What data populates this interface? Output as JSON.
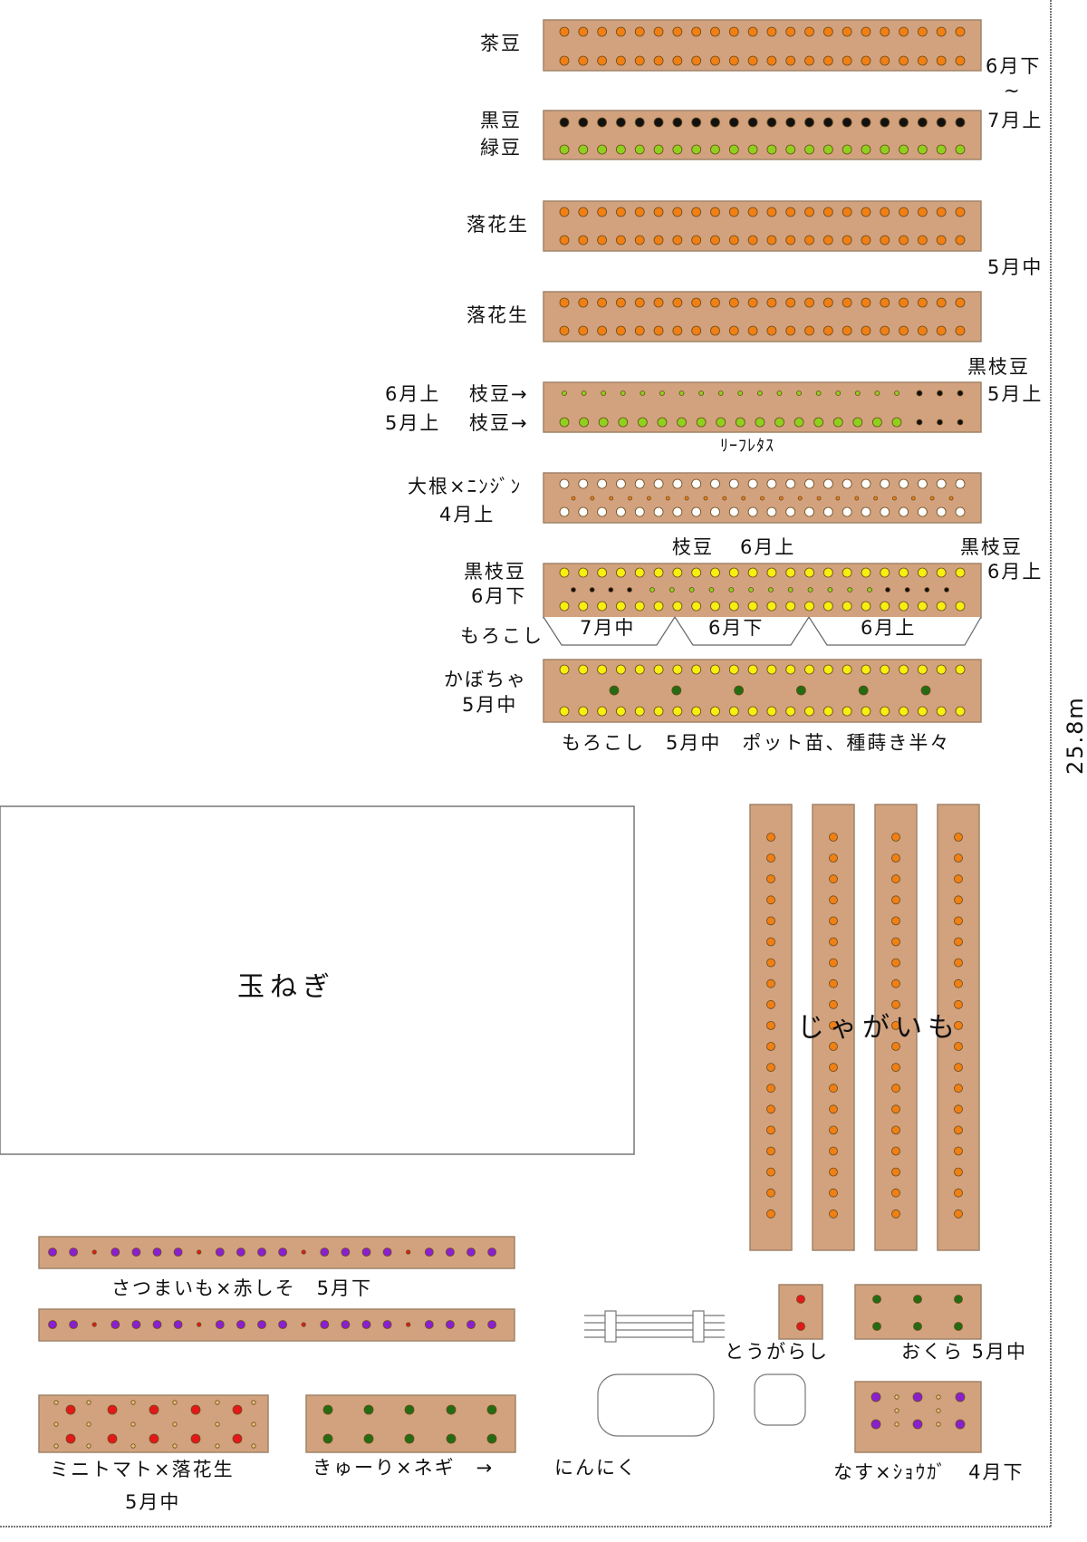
{
  "labels": {
    "chamame": "茶豆",
    "kuromame": "黒豆",
    "ryokutou": "緑豆",
    "timing_late_june": "6月下",
    "timing_tilde": "~",
    "timing_early_july": "7月上",
    "rakkasei_1": "落花生",
    "timing_mid_may_1": "5月中",
    "rakkasei_2": "落花生",
    "kuroedamame_right": "黒枝豆",
    "timing_early_may_right": "5月上",
    "edamame_row1_timing": "6月上",
    "edamame_row1_name": "枝豆→",
    "edamame_row2_timing": "5月上",
    "edamame_row2_name": "枝豆→",
    "leaf_lettuce": "ﾘｰﾌﾚﾀｽ",
    "daikon_ninjin": "大根×ﾆﾝｼﾞﾝ",
    "daikon_timing": "4月上",
    "edamame_top": "枝豆",
    "edamame_top_timing": "6月上",
    "kuroedamame_top_right": "黒枝豆",
    "kuroedamame_top_right_timing": "6月上",
    "kuroedamame_left": "黒枝豆",
    "kuroedamame_left_timing": "6月下",
    "morokoshi_1": "もろこし",
    "sub_mid_july": "7月中",
    "sub_late_june": "6月下",
    "sub_early_june": "6月上",
    "kabocha": "かぼちゃ",
    "kabocha_timing": "5月中",
    "morokoshi_note": "もろこし　5月中　ポット苗、種蒔き半々",
    "dimension": "25.8m",
    "tamanegi": "玉ねぎ",
    "jagaimo": "じゃがいも",
    "satsumaimo": "さつまいも×赤しそ　5月下",
    "tougarashi": "とうがらし",
    "okura": "おくら 5月中",
    "minitomato": "ミニトマト×落花生",
    "minitomato_timing": "5月中",
    "kyuuri": "きゅーり×ネギ　→",
    "ninniku": "にんにく",
    "nasu": "なす×ｼｮｳｶﾞ　4月下"
  },
  "colors": {
    "bed_fill": "#d2a27e",
    "bed_stroke": "#a08468",
    "orange_plant": "#f07f14",
    "black_plant": "#111111",
    "green_plant": "#8fd01e",
    "white_plant": "#ffffff",
    "yellow_plant": "#f6ef10",
    "dark_green_plant": "#236c12",
    "purple_plant": "#8a1fd0",
    "red_plant": "#e41818",
    "small_pale": "#e8c47a"
  }
}
